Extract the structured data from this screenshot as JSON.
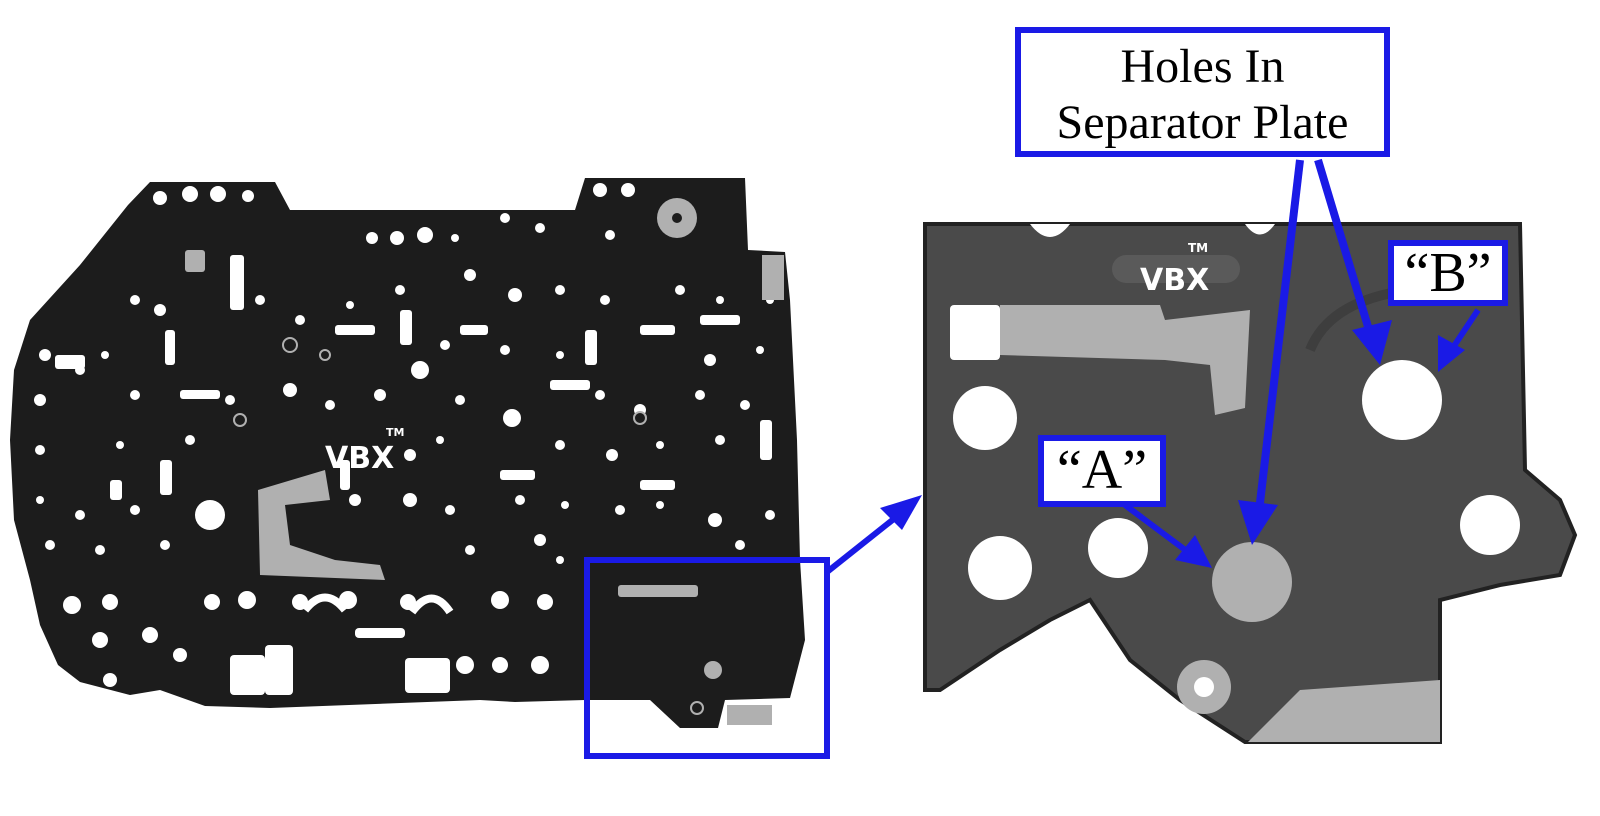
{
  "callout_title": {
    "line1": "Holes In",
    "line2": "Separator Plate"
  },
  "hole_a_label": "“A”",
  "hole_b_label": "“B”",
  "watermark": {
    "brand": "VBX",
    "mark": "TM"
  },
  "colors": {
    "callout_blue": "#1a1ae6",
    "plate_full": "#1c1c1c",
    "plate_zoom": "#4a4a4a",
    "plate_zoom_edge": "#222222",
    "hole_open": "#ffffff",
    "hole_covered": "#b0b0b0"
  }
}
